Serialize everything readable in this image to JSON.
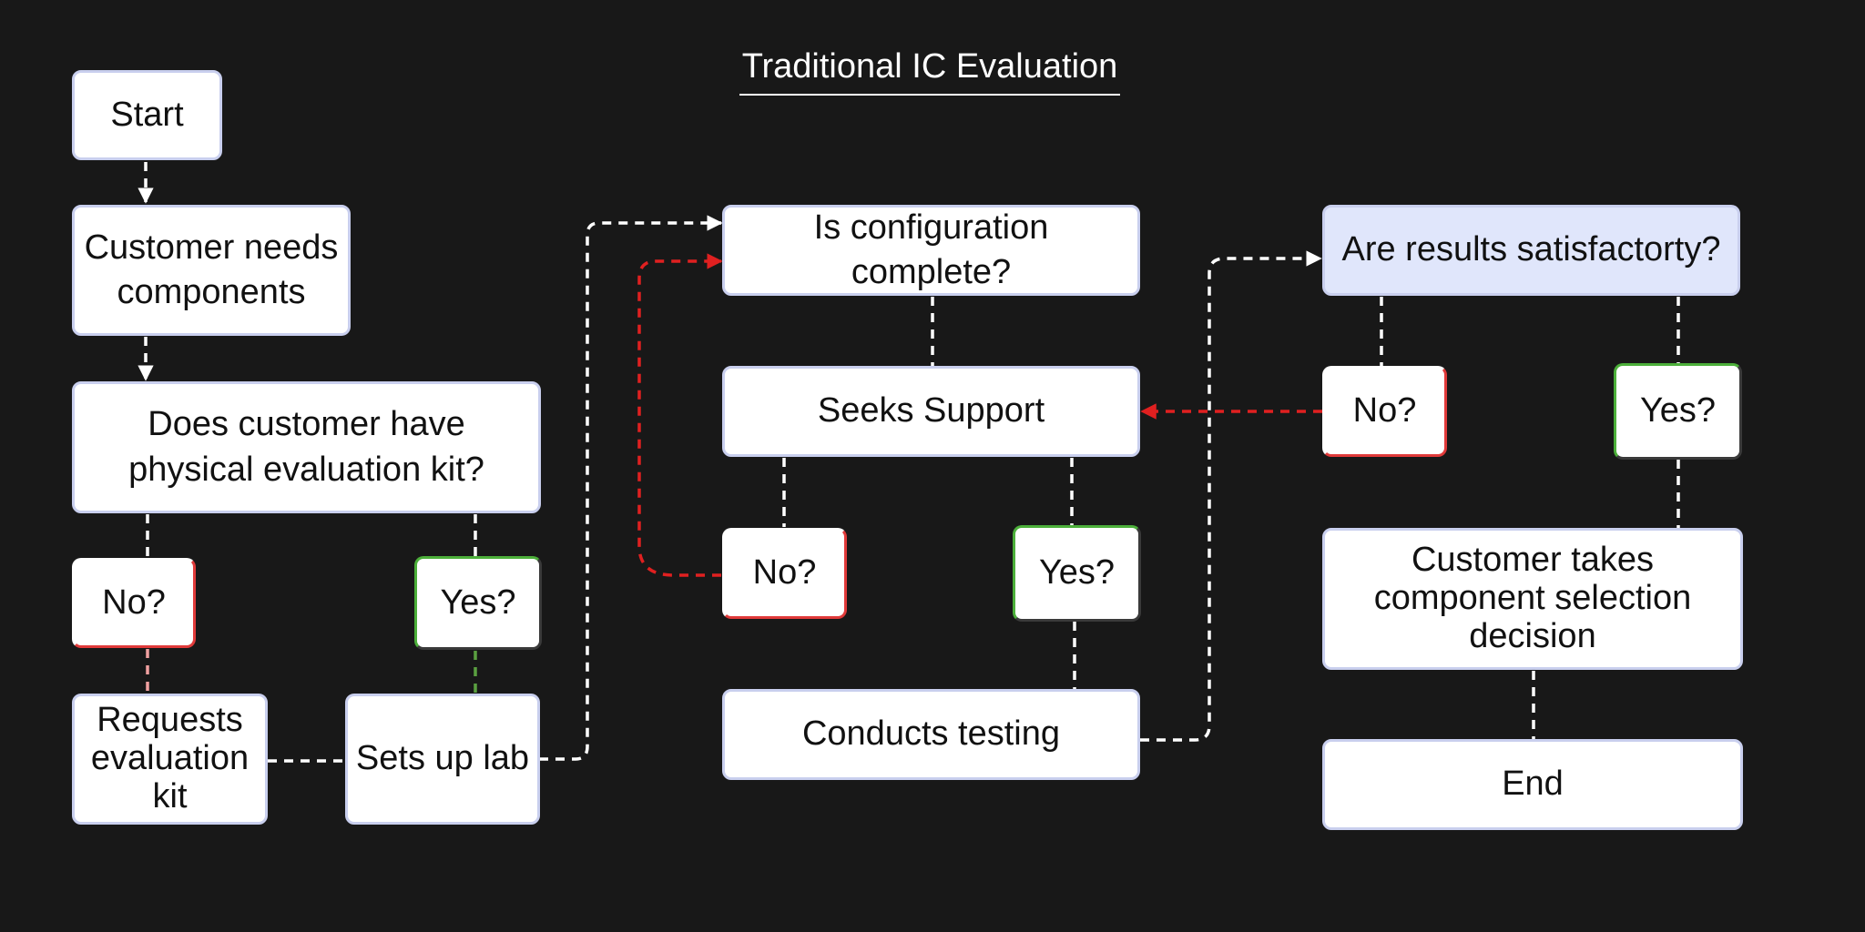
{
  "title": "Traditional IC Evaluation",
  "colors": {
    "background": "#181818",
    "node_fill": "#ffffff",
    "node_border": "#c9cfee",
    "highlight_fill": "#e0e6fb",
    "edge_default": "#ffffff",
    "edge_loop": "#e02020",
    "no_accent": "#e03a3a",
    "yes_accent": "#4caf3a"
  },
  "nodes": {
    "start": "Start",
    "customer_needs": "Customer needs components",
    "has_kit": "Does customer have physical evaluation kit?",
    "kit_no": "No?",
    "kit_yes": "Yes?",
    "requests_kit": "Requests evaluation kit",
    "sets_up_lab": "Sets up lab",
    "config_complete": "Is configuration complete?",
    "seeks_support": "Seeks Support",
    "support_no": "No?",
    "support_yes": "Yes?",
    "conducts_testing": "Conducts testing",
    "results_ok": "Are results satisfactorty?",
    "results_no": "No?",
    "results_yes": "Yes?",
    "takes_decision": "Customer takes component selection decision",
    "end": "End"
  }
}
